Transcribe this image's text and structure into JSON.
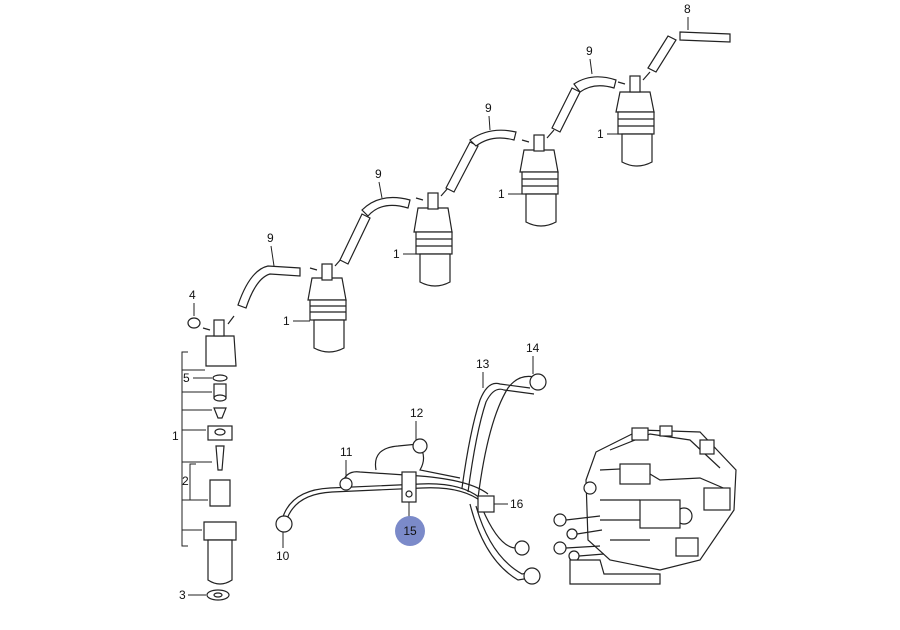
{
  "diagram": {
    "labels": {
      "l1": "1",
      "l2": "2",
      "l3": "3",
      "l4": "4",
      "l5": "5",
      "l8": "8",
      "l9": "9",
      "l10": "10",
      "l11": "11",
      "l12": "12",
      "l13": "13",
      "l14": "14",
      "l15": "15",
      "l16": "16"
    },
    "highlight": {
      "label": "15",
      "color": "#7b8ac9"
    }
  }
}
